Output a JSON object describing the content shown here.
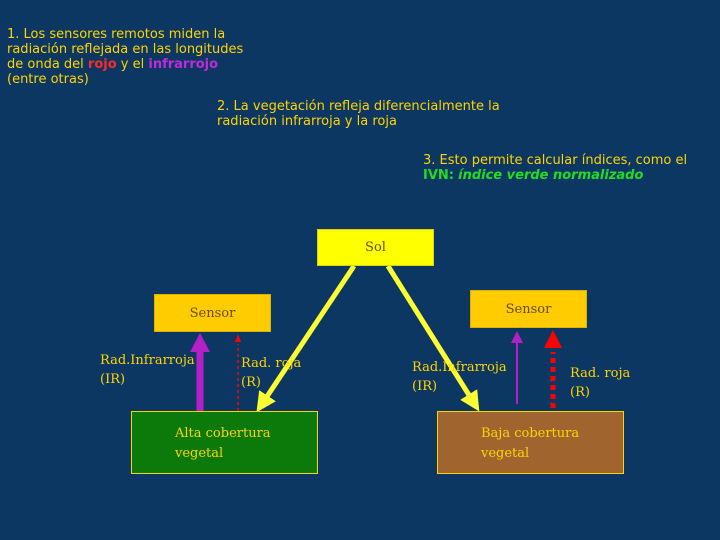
{
  "notes": {
    "n1_a": "1. Los sensores remotos miden la",
    "n1_b": "radiación reflejada en las longitudes",
    "n1_c1": "de onda del ",
    "n1_red": "rojo",
    "n1_c2": " y el ",
    "n1_ir": "infrarrojo",
    "n1_d": "(entre otras)",
    "n2_a": "2. La vegetación refleja diferencialmente la",
    "n2_b": "radiación infrarroja y la roja",
    "n3_a": "3. Esto permite calcular índices, como el",
    "n3_ivn": "IVN:",
    "n3_def": "índice verde normalizado"
  },
  "diagram": {
    "sun": "Sol",
    "sensor_left": "Sensor",
    "sensor_right": "Sensor",
    "ground_left_1": "Alta cobertura",
    "ground_left_2": "vegetal",
    "ground_right_1": "Baja cobertura",
    "ground_right_2": "vegetal",
    "ir_left_1": "Rad.Infrarroja",
    "ir_left_2": "(IR)",
    "r_left_1": "Rad. roja",
    "r_left_2": "(R)",
    "ir_right_1": "Rad.Infrarroja",
    "ir_right_2": "(IR)",
    "r_right_1": "Rad. roja",
    "r_right_2": "(R)"
  },
  "colors": {
    "background": "#0c3763",
    "sunlight": "#ffff33",
    "infrared": "#b420c8",
    "red": "#ff0000",
    "text": "#ffd400"
  }
}
